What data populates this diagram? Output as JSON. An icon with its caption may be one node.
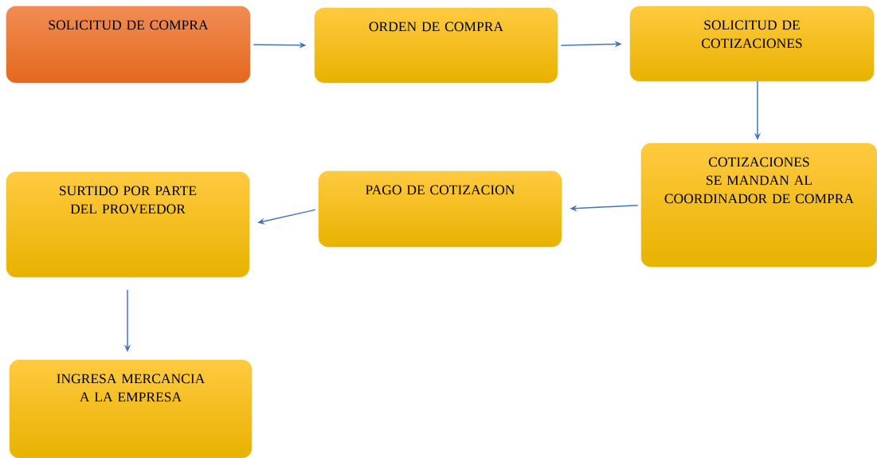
{
  "diagram": {
    "nodes": [
      {
        "text": [
          "SOLICITUD DE COMPRA"
        ]
      },
      {
        "text": [
          "ORDEN DE COMPRA"
        ]
      },
      {
        "text": [
          "SOLICITUD DE COTIZACIONES"
        ]
      },
      {
        "text": [
          "COTIZACIONES SE MANDAN AL COORDINADOR DE COMPRA"
        ]
      },
      {
        "text": [
          "PAGO DE COTIZACION"
        ]
      },
      {
        "text": [
          "SURTIDO POR PARTE DEL PROVEEDOR"
        ]
      },
      {
        "text": [
          "INGRESA MERCANCIA A LA EMPRESA"
        ]
      }
    ],
    "edges": [
      {
        "from": 0,
        "to": 1,
        "arrow": "to"
      },
      {
        "from": 1,
        "to": 2,
        "arrow": "to"
      },
      {
        "from": 2,
        "to": 3,
        "arrow": "to"
      },
      {
        "from": 3,
        "to": 4,
        "arrow": "to"
      },
      {
        "from": 4,
        "to": 5,
        "arrow": "to"
      },
      {
        "from": 5,
        "to": 6,
        "arrow": "to"
      }
    ]
  }
}
